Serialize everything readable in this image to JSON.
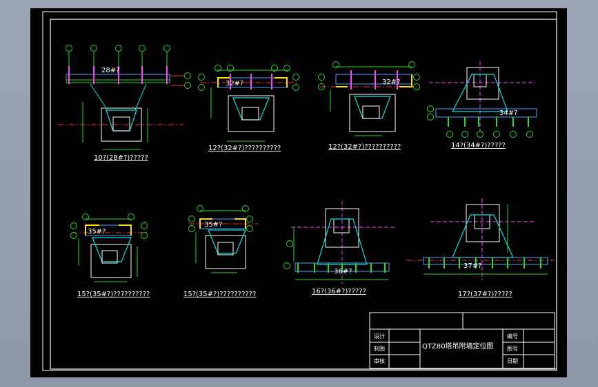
{
  "colors": {
    "background": "#000000",
    "frame": "#ffffff",
    "grid_axis": "#ff3030",
    "column": "#ff40ff",
    "mast_line": "#00e5e5",
    "beam": "#4aa8ff",
    "dim": "#22dd22",
    "highlight": "#ffe000",
    "center_line": "#ff40ff"
  },
  "plans": [
    {
      "id": "p10",
      "title": "10?(28#?)?????",
      "tag": "28#?"
    },
    {
      "id": "p12a",
      "title": "12?(32#?)??????????",
      "tag": "32#?"
    },
    {
      "id": "p12b",
      "title": "12?(32#?)??????????",
      "tag": "32#?"
    },
    {
      "id": "p14",
      "title": "14?(34#?)?????",
      "tag": "34#?"
    },
    {
      "id": "p15a",
      "title": "15?(35#?)??????????",
      "tag": "35#?"
    },
    {
      "id": "p15b",
      "title": "15?(35#?)??????????",
      "tag": "35#?"
    },
    {
      "id": "p16",
      "title": "16?(36#?)?????",
      "tag": "36#?"
    },
    {
      "id": "p17",
      "title": "17?(37#?)?????",
      "tag": "37#?"
    }
  ],
  "title_block": {
    "designer_label": "设计",
    "drawer_label": "制图",
    "reviewer_label": "审核",
    "drawing_title": "QTZ80塔吊附墙定位图",
    "number_label": "编号",
    "sheet_label": "图号",
    "date_label": "日期"
  }
}
